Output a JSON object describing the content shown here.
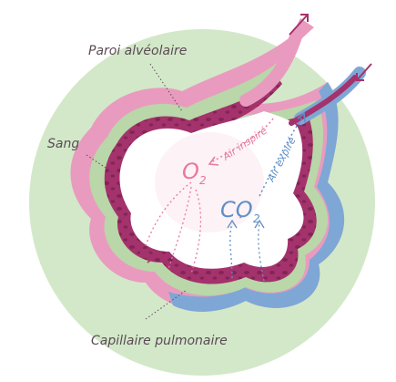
{
  "labels": {
    "alveolar_wall": "Paroi alvéolaire",
    "blood": "Sang",
    "capillary": "Capillaire pulmonaire",
    "air_in": "Air inspiré",
    "air_out": "Air expiré"
  },
  "gases": {
    "oxygen_base": "O",
    "oxygen_sub": "2",
    "co2_base": "CO",
    "co2_sub": "2"
  },
  "colors": {
    "background_circle": "#d3e8c9",
    "alveolar_wall": "#a4326c",
    "capillary_pink": "#e99bbf",
    "capillary_blue": "#7ea7d6",
    "oxygen": "#e8789f",
    "co2": "#5f8fc7",
    "label_text": "#5a4a55"
  }
}
